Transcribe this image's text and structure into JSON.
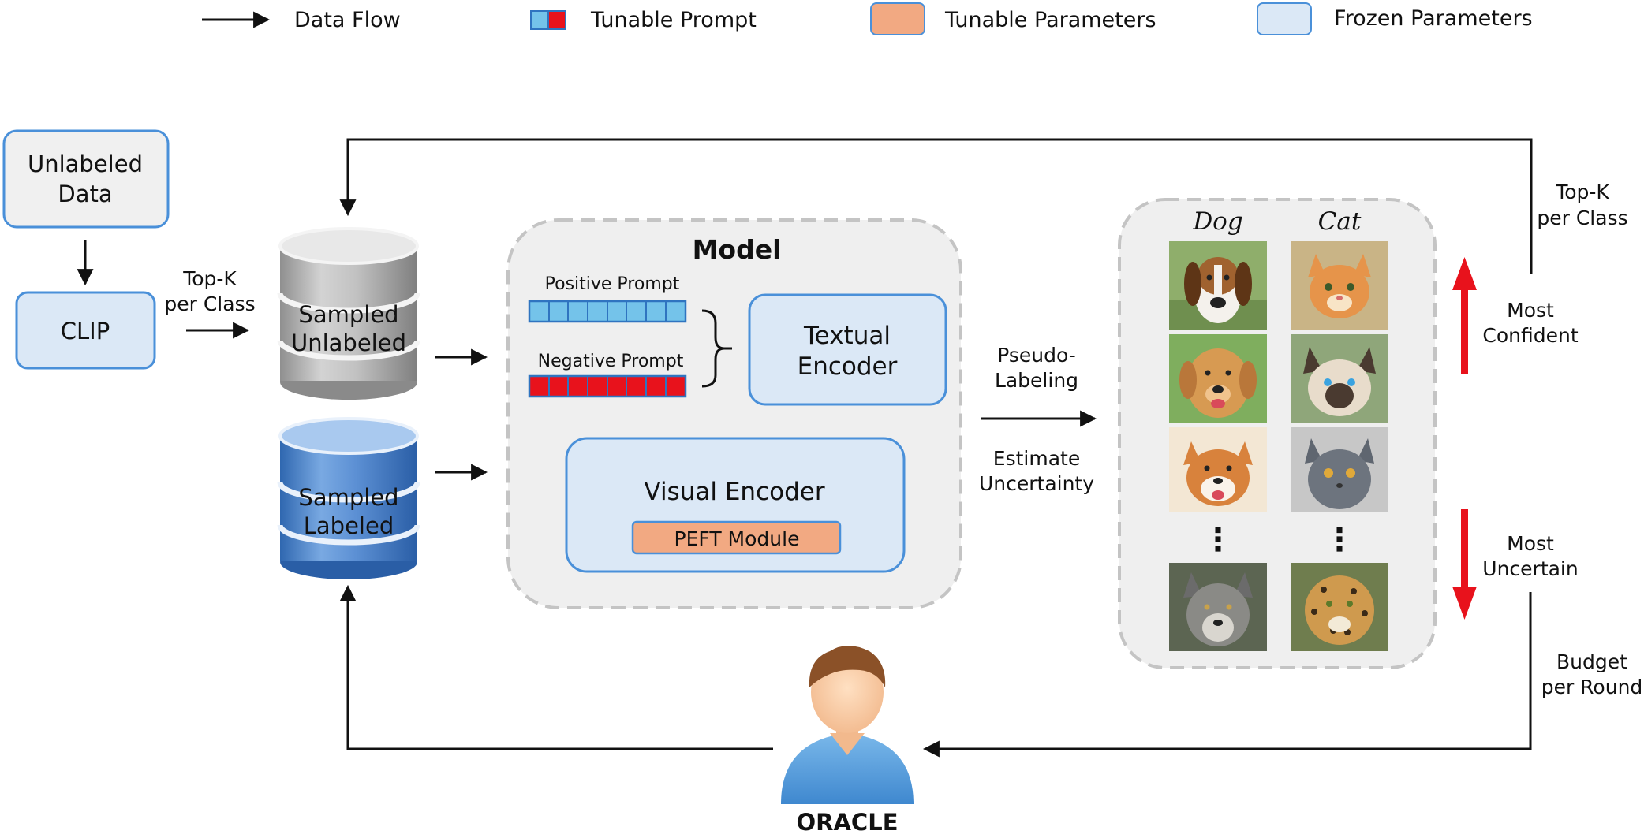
{
  "legend": {
    "data_flow": "Data Flow",
    "tunable_prompt": "Tunable Prompt",
    "tunable_parameters": "Tunable Parameters",
    "frozen_parameters": "Frozen Parameters"
  },
  "left": {
    "unlabeled_data_line1": "Unlabeled",
    "unlabeled_data_line2": "Data",
    "clip": "CLIP",
    "topk_line1": "Top-K",
    "topk_line2": "per Class"
  },
  "databases": {
    "unlabeled_line1": "Sampled",
    "unlabeled_line2": "Unlabeled",
    "labeled_line1": "Sampled",
    "labeled_line2": "Labeled"
  },
  "model": {
    "title": "Model",
    "positive_prompt": "Positive Prompt",
    "negative_prompt": "Negative Prompt",
    "textual_line1": "Textual",
    "textual_line2": "Encoder",
    "visual_encoder": "Visual Encoder",
    "peft_module": "PEFT Module"
  },
  "middle": {
    "pseudo_line1": "Pseudo-",
    "pseudo_line2": "Labeling",
    "estimate_line1": "Estimate",
    "estimate_line2": "Uncertainty"
  },
  "samples": {
    "col_dog": "Dog",
    "col_cat": "Cat",
    "ellipsis": "⋮"
  },
  "right": {
    "topk_line1": "Top-K",
    "topk_line2": "per Class",
    "most_confident_line1": "Most",
    "most_confident_line2": "Confident",
    "most_uncertain_line1": "Most",
    "most_uncertain_line2": "Uncertain",
    "budget_line1": "Budget",
    "budget_line2": "per Round"
  },
  "oracle": {
    "label": "ORACLE"
  },
  "colors": {
    "frozen_fill": "#dbe8f6",
    "frozen_stroke": "#4a90d9",
    "tunable_fill": "#f2a982",
    "prompt_positive": "#74c3ea",
    "prompt_negative": "#e8121c",
    "arrow_red": "#e8121c",
    "panel_fill": "#efefef",
    "panel_stroke": "#c4c4c4"
  }
}
